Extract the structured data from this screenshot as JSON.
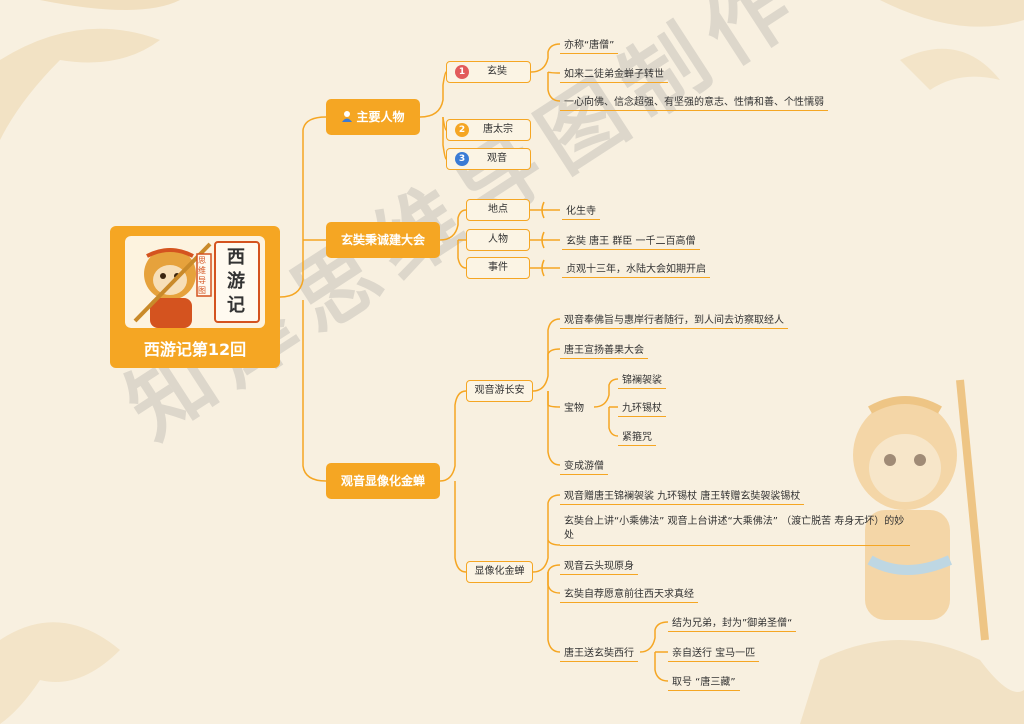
{
  "watermark": "知犀思维导图制作",
  "root": {
    "title": "西游记第12回",
    "cover_text": "西游记",
    "cover_tag": "思维导图"
  },
  "colors": {
    "accent": "#f5a623",
    "badge1": "#e25b5b",
    "badge2": "#f5a623",
    "badge3": "#3a7bd5"
  },
  "branches": {
    "main_characters": {
      "label": "主要人物",
      "icon": "person-icon",
      "items": [
        {
          "badge": "1",
          "label": "玄奘",
          "details": [
            "亦称“唐僧”",
            "如来二徒弟金蝉子转世",
            "一心向佛、信念超强、有坚强的意志、性情和善、个性懦弱"
          ]
        },
        {
          "badge": "2",
          "label": "唐太宗"
        },
        {
          "badge": "3",
          "label": "观音"
        }
      ]
    },
    "assembly": {
      "label": "玄奘秉诚建大会",
      "items": [
        {
          "label": "地点",
          "detail": "化生寺"
        },
        {
          "label": "人物",
          "detail": "玄奘 唐王 群臣 一千二百高僧"
        },
        {
          "label": "事件",
          "detail": "贞观十三年，水陆大会如期开启"
        }
      ]
    },
    "guanyin": {
      "label": "观音显像化金蝉",
      "tour": {
        "label": "观音游长安",
        "items": [
          "观音奉佛旨与惠岸行者随行，到人间去访察取经人",
          "唐王宣扬善果大会",
          "变成游僧"
        ],
        "treasure": {
          "label": "宝物",
          "items": [
            "锦襕袈裟",
            "九环锡杖",
            "紧箍咒"
          ]
        }
      },
      "manifest": {
        "label": "显像化金蝉",
        "items": [
          "观音赠唐王锦襕袈裟 九环锡杖 唐王转赠玄奘袈裟锡杖",
          "玄奘台上讲“小乘佛法” 观音上台讲述“大乘佛法” （渡亡脱苦 寿身无坏）的妙处",
          "观音云头现原身",
          "玄奘自荐愿意前往西天求真经"
        ],
        "send_off": {
          "label": "唐王送玄奘西行",
          "items": [
            "结为兄弟，封为”御弟圣僧“",
            "亲自送行 宝马一匹",
            "取号 “唐三藏”"
          ]
        }
      }
    }
  }
}
